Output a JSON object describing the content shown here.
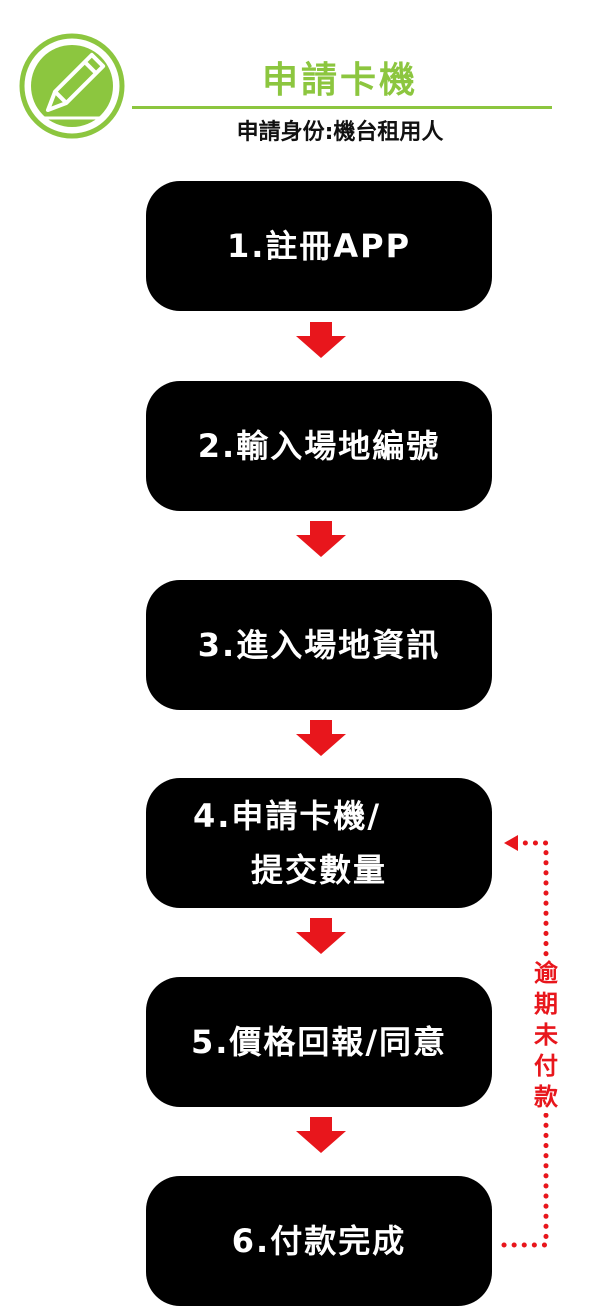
{
  "header": {
    "title": "申請卡機",
    "subtitle": "申請身份:機台租用人"
  },
  "steps": [
    {
      "lines": [
        "1.註冊APP"
      ]
    },
    {
      "lines": [
        "2.輸入場地編號"
      ]
    },
    {
      "lines": [
        "3.進入場地資訊"
      ]
    },
    {
      "lines": [
        "4.申請卡機/",
        "提交數量"
      ]
    },
    {
      "lines": [
        "5.價格回報/同意"
      ]
    },
    {
      "lines": [
        "6.付款完成"
      ]
    }
  ],
  "loop_note": "逾期未付款",
  "colors": {
    "accent": "#8cc63f",
    "step_fill": "#000000",
    "arrow": "#e8161c",
    "loop": "#e8161c"
  },
  "icons": {
    "logo": "pencil-icon",
    "flow_arrow": "arrow-down-icon"
  }
}
